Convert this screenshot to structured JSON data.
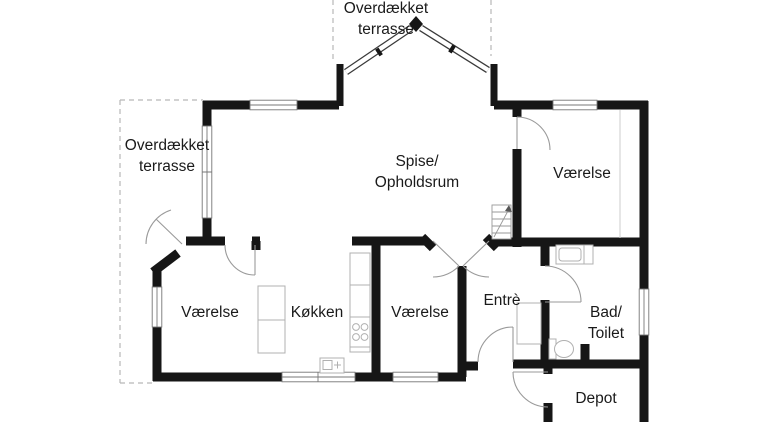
{
  "colors": {
    "wall": "#161616",
    "label_text": "#1a1a1a",
    "door_arc": "#9a9a9a",
    "terrace_dash": "#b8b8b8"
  },
  "labels": {
    "terrace_top": {
      "line1": "Overdækket",
      "line2": "terrasse"
    },
    "terrace_left": {
      "line1": "Overdækket",
      "line2": "terrasse"
    },
    "living": {
      "line1": "Spise/",
      "line2": "Opholdsrum"
    },
    "room_top_right": "Værelse",
    "room_bottom_left": "Værelse",
    "room_middle": "Værelse",
    "kitchen": "Køkken",
    "entry": "Entrè",
    "bath": {
      "line1": "Bad/",
      "line2": "Toilet"
    },
    "depot": "Depot"
  }
}
